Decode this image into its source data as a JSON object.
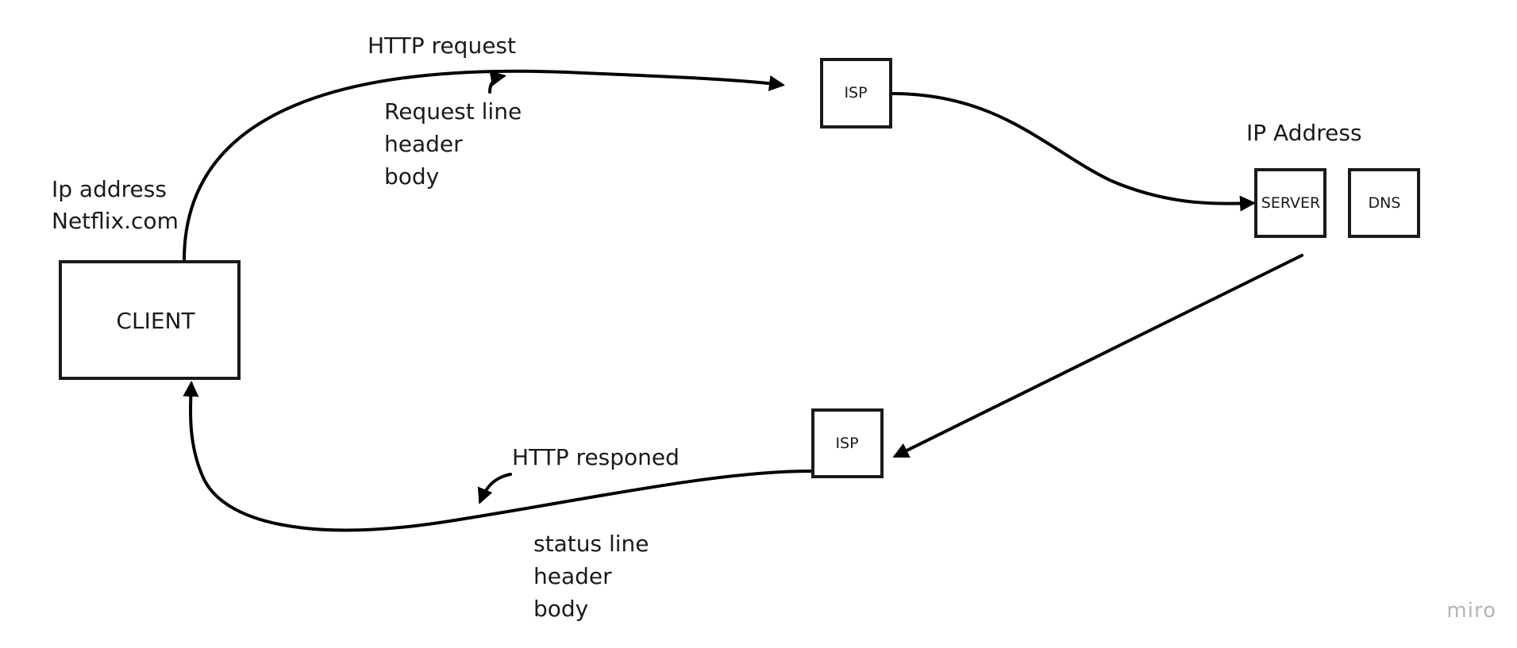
{
  "nodes": {
    "client": "CLIENT",
    "isp_top": "ISP",
    "server": "SERVER",
    "dns": "DNS",
    "isp_bottom": "ISP"
  },
  "client_note": {
    "line1": "Ip address",
    "line2": "Netflix.com"
  },
  "request": {
    "title": "HTTP request",
    "parts": [
      "Request line",
      "header",
      "body"
    ]
  },
  "server_note": "IP Address",
  "response": {
    "title": "HTTP responed",
    "parts": [
      "status line",
      "header",
      "body"
    ]
  },
  "watermark": "miro"
}
